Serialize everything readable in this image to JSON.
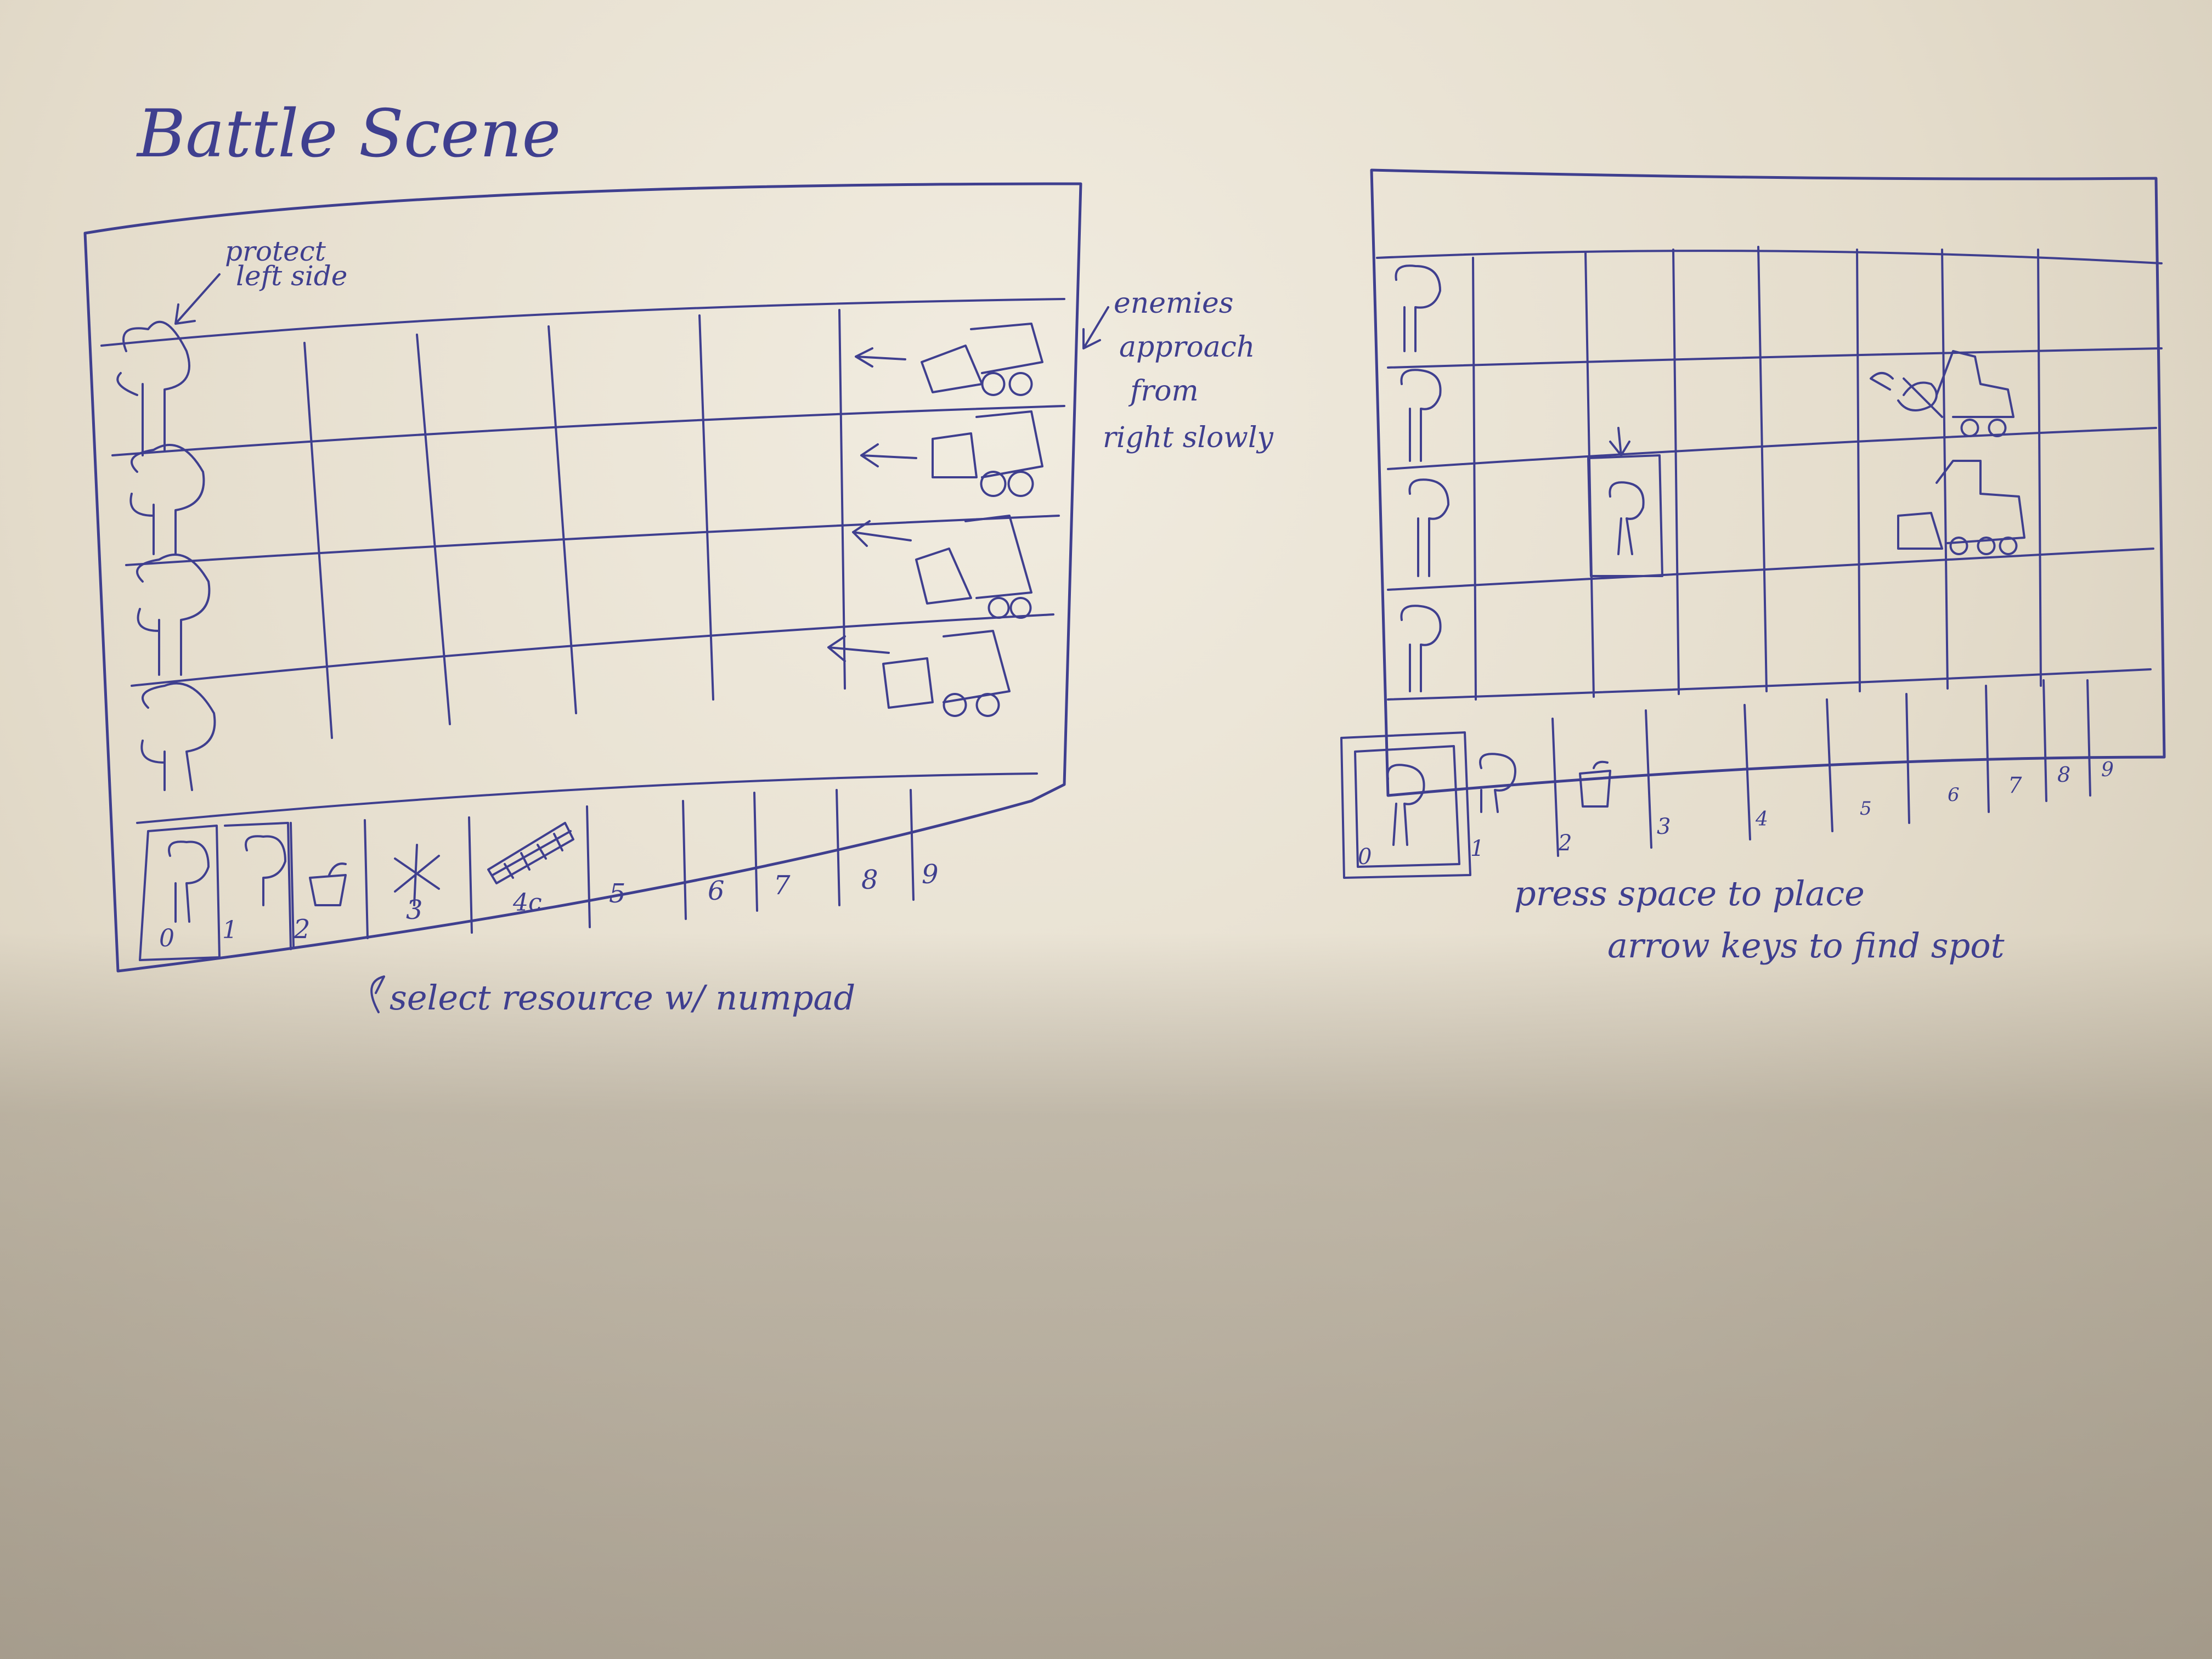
{
  "title": "Battle Scene",
  "left_sketch": {
    "note_protect": [
      "protect",
      "left side"
    ],
    "note_enemies": [
      "enemies",
      "approach",
      "from",
      "right slowly"
    ],
    "note_select": "select resource w/ numpad",
    "slot_labels": [
      "0",
      "1",
      "2",
      "3",
      "4c",
      "5",
      "6",
      "7",
      "8",
      "9"
    ]
  },
  "right_sketch": {
    "slot_labels": [
      "0",
      "1",
      "2",
      "3",
      "4",
      "5",
      "6",
      "7",
      "8",
      "9"
    ],
    "note_place": "press space to place",
    "note_arrows": "arrow keys to find spot"
  },
  "colors": {
    "ink": "#3f3f8f",
    "paper": "#ece6d8"
  }
}
